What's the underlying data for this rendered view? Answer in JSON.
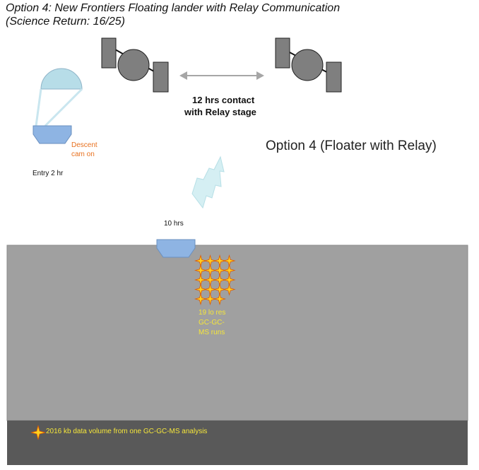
{
  "title": "Option 4: New Frontiers Floating lander with Relay Communication",
  "subtitle": "(Science Return: 16/25)",
  "relay": {
    "line1": "12 hrs contact",
    "line2": "with Relay stage"
  },
  "option_label": "Option 4 (Floater with Relay)",
  "descent": {
    "line1": "Descent",
    "line2": "cam on"
  },
  "entry_label": "Entry 2 hr",
  "float_duration": "10 hrs",
  "runs": {
    "line1": "19 lo res",
    "line2": "GC-GC-",
    "line3": "MS runs"
  },
  "run_count": 19,
  "legend": "2016 kb data volume from one GC-GC-MS analysis",
  "colors": {
    "atmosphere": "#a0a0a0",
    "surface": "#595959",
    "lander": "#8eb4e3",
    "parachute": "#b7dde8",
    "spacecraft": "#7f7f7f",
    "star": "#ffd21f",
    "star_outline": "#e05a00",
    "descent_text": "#e8711f",
    "runs_text": "#f5e63a"
  }
}
